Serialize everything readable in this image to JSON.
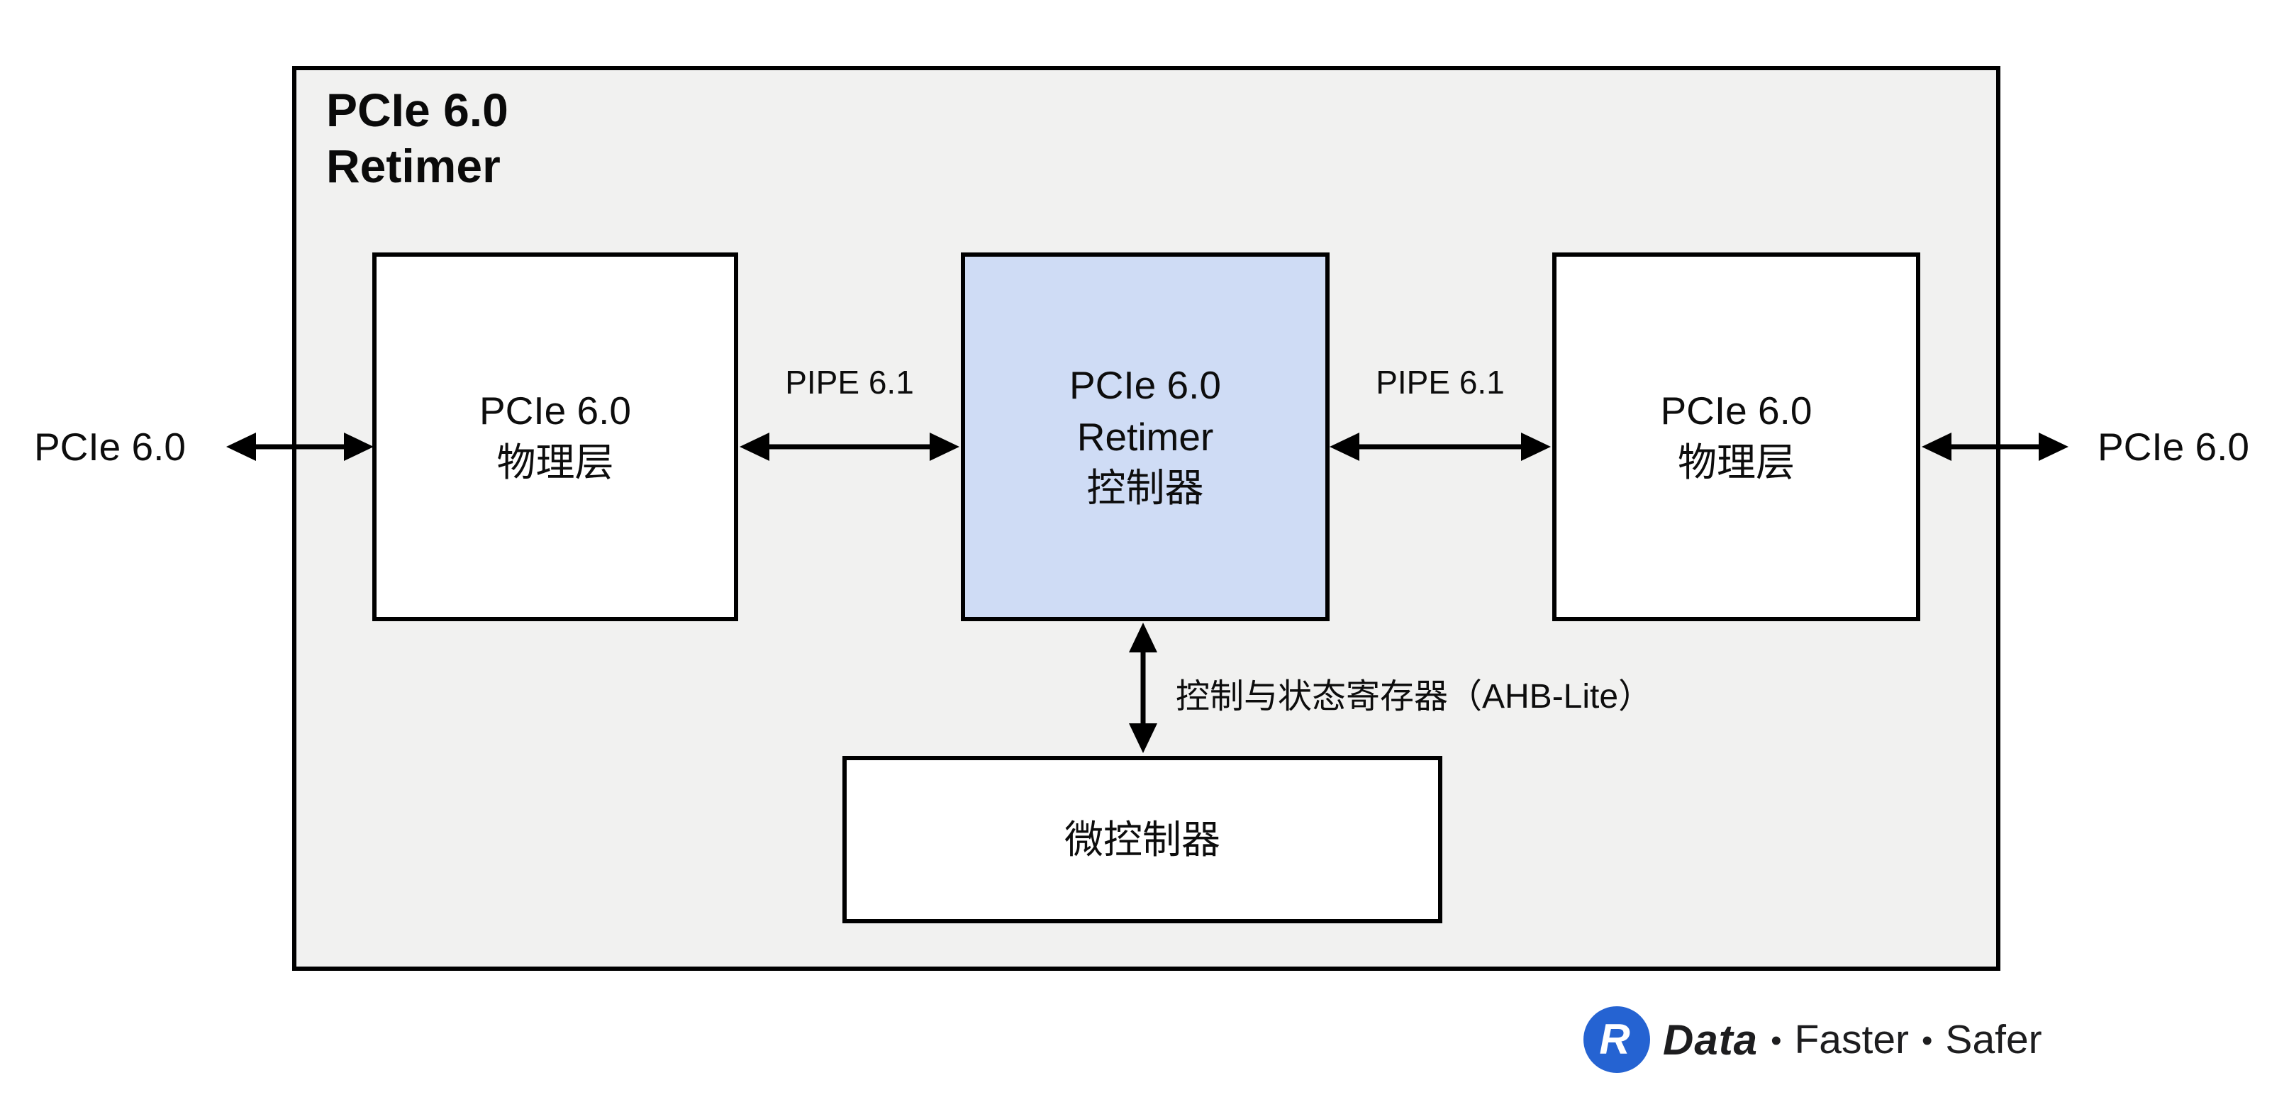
{
  "diagram": {
    "outer": {
      "title_line1": "PCIe 6.0",
      "title_line2": "Retimer"
    },
    "blocks": {
      "left_phy": {
        "line1": "PCIe 6.0",
        "line2": "物理层"
      },
      "retimer_controller": {
        "line1": "PCIe 6.0",
        "line2": "Retimer",
        "line3": "控制器"
      },
      "right_phy": {
        "line1": "PCIe 6.0",
        "line2": "物理层"
      },
      "microcontroller": {
        "line1": "微控制器"
      }
    },
    "connections": {
      "left_external": {
        "label": "PCIe 6.0"
      },
      "pipe_left": {
        "label": "PIPE 6.1"
      },
      "pipe_right": {
        "label": "PIPE 6.1"
      },
      "right_external": {
        "label": "PCIe 6.0"
      },
      "ahb": {
        "label": "控制与状态寄存器（AHB-Lite）"
      }
    },
    "colors": {
      "outer_fill": "#f1f1f0",
      "block_fill": "#ffffff",
      "controller_fill": "#cfdcf5",
      "line": "#000000"
    }
  },
  "footer": {
    "logo": {
      "letter": "R",
      "color": "#2563d2"
    },
    "brand": "Data",
    "separator": "•",
    "tagline_word1": "Faster",
    "tagline_word2": "Safer"
  }
}
